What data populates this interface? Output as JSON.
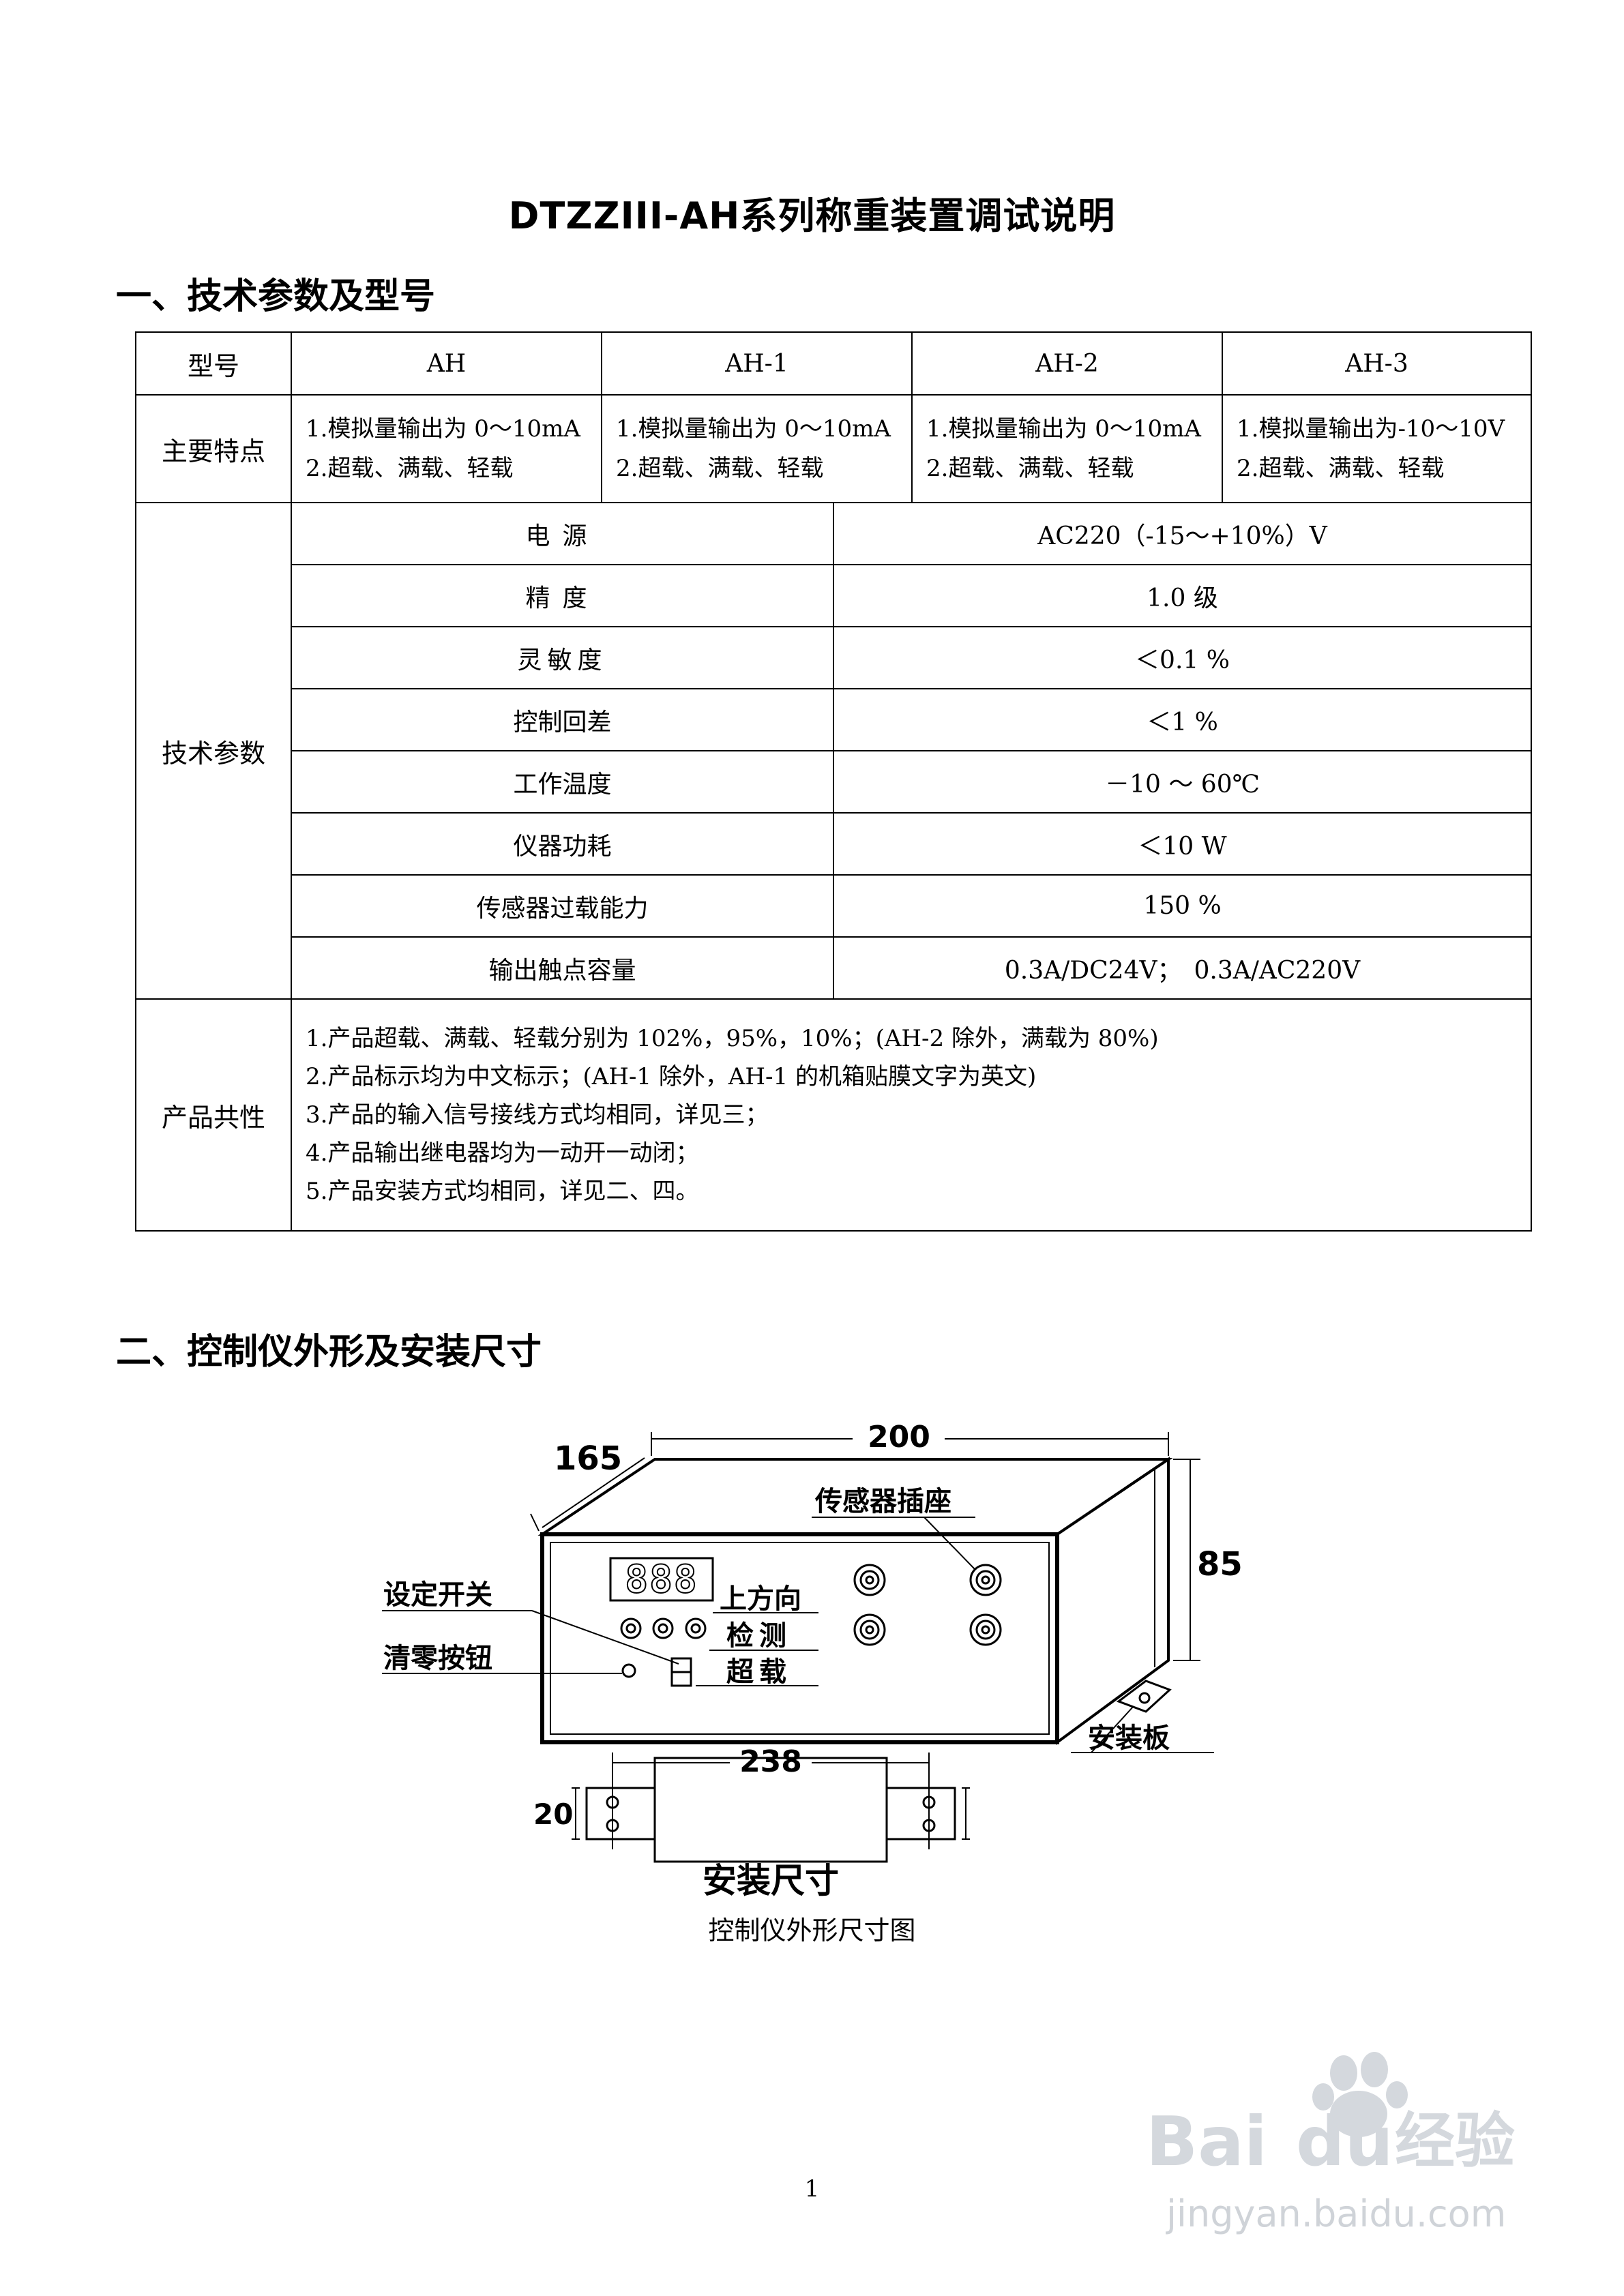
{
  "doc": {
    "title": "DTZZIII-AH系列称重装置调试说明",
    "section1": "一、技术参数及型号",
    "section2": "二、控制仪外形及安装尺寸",
    "page_number": "1"
  },
  "table": {
    "header": [
      "型号",
      "AH",
      "AH-1",
      "AH-2",
      "AH-3"
    ],
    "features_label": "主要特点",
    "features": [
      [
        "1.模拟量输出为 0～10mA",
        "2.超载、满载、轻载"
      ],
      [
        "1.模拟量输出为 0～10mA",
        "2.超载、满载、轻载"
      ],
      [
        "1.模拟量输出为 0～10mA",
        "2.超载、满载、轻载"
      ],
      [
        "1.模拟量输出为-10～10V",
        "2.超载、满载、轻载"
      ]
    ],
    "tech_label": "技术参数",
    "params": [
      {
        "name": "电源",
        "value": "AC220（-15～+10%）V"
      },
      {
        "name": "精度",
        "value": "1.0 级"
      },
      {
        "name": "灵敏度",
        "value": "＜0.1 %"
      },
      {
        "name": "控制回差",
        "value": "＜1 %"
      },
      {
        "name": "工作温度",
        "value": "－10 ～ 60℃"
      },
      {
        "name": "仪器功耗",
        "value": "＜10 W"
      },
      {
        "name": "传感器过载能力",
        "value": "150 %"
      },
      {
        "name": "输出触点容量",
        "value": "0.3A/DC24V；　0.3A/AC220V"
      }
    ],
    "common_label": "产品共性",
    "common": [
      "1.产品超载、满载、轻载分别为 102%，95%，10%；(AH-2 除外，满载为 80%)",
      "2.产品标示均为中文标示；(AH-1 除外，AH-1 的机箱贴膜文字为英文)",
      "3.产品的输入信号接线方式均相同，详见三；",
      "4.产品输出继电器均为一动开一动闭；",
      "5.产品安装方式均相同，详见二、四。"
    ]
  },
  "figure": {
    "dim_width": "200",
    "dim_depth": "165",
    "dim_height": "85",
    "label_sensor_socket": "传感器插座",
    "label_set_switch": "设定开关",
    "label_zero_button": "清零按钮",
    "label_up_direction": "上方向",
    "label_detect": "检测",
    "label_overload": "超载",
    "label_mount_plate": "安装板",
    "display_digits": "888",
    "dim_mount_width": "238",
    "dim_mount_hole": "20",
    "mount_title": "安装尺寸",
    "caption": "控制仪外形尺寸图"
  },
  "watermark": {
    "text_latin": "Bai",
    "text_latin2": "du",
    "text_cn": "经验",
    "url": "jingyan.baidu.com"
  }
}
